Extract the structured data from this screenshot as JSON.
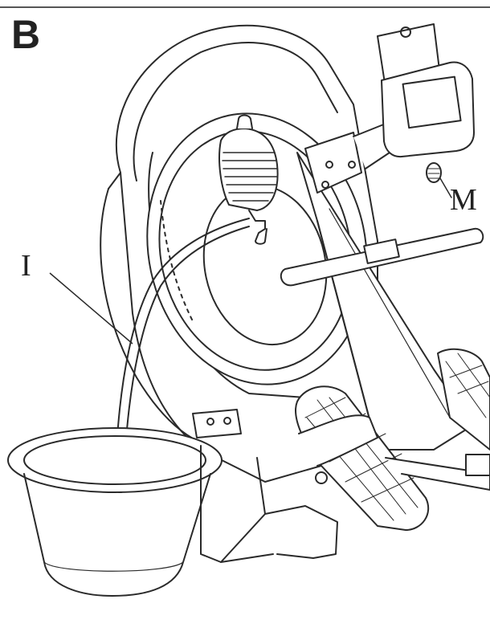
{
  "figure": {
    "step_label": "B",
    "callouts": [
      {
        "id": "I",
        "label": "I"
      },
      {
        "id": "M",
        "label": "M"
      }
    ],
    "line_color": "#2a2a2a",
    "background": "#ffffff"
  }
}
